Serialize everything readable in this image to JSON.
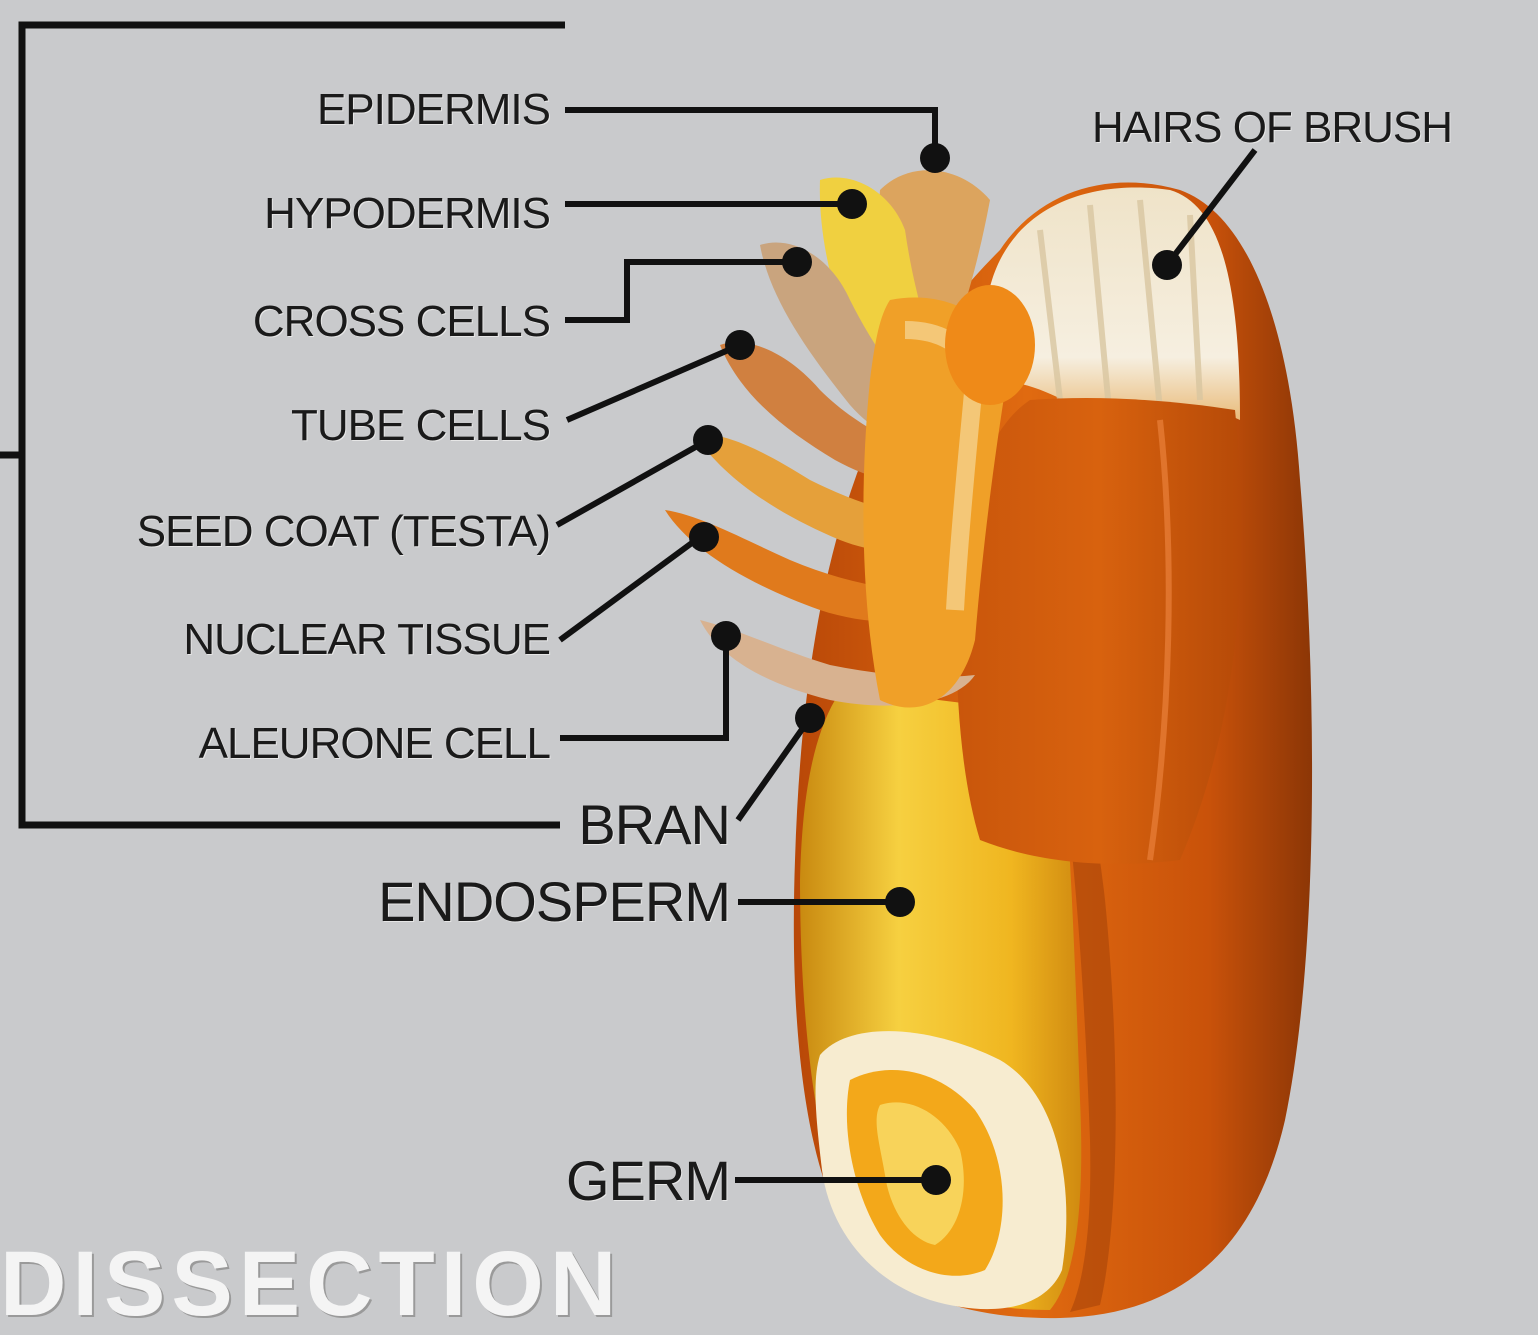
{
  "title": "DISSECTION",
  "colors": {
    "background": "#c9cacc",
    "leader_line": "#111111",
    "bran_bracket": "#111111",
    "endosperm": "#f2c21e",
    "kernel_shell": "#c4530a",
    "hairs": "#f1ead6",
    "label_text": "#1a1a1a",
    "title_text": "#f4f4f4"
  },
  "labels": {
    "epidermis": "EPIDERMIS",
    "hypodermis": "HYPODERMIS",
    "cross_cells": "CROSS CELLS",
    "tube_cells": "TUBE CELLS",
    "seed_coat": "SEED COAT (TESTA)",
    "nuclear_tissue": "NUCLEAR TISSUE",
    "aleurone_cell": "ALEURONE CELL",
    "bran": "BRAN",
    "endosperm": "ENDOSPERM",
    "germ": "GERM",
    "hairs_of_brush": "HAIRS OF BRUSH"
  }
}
